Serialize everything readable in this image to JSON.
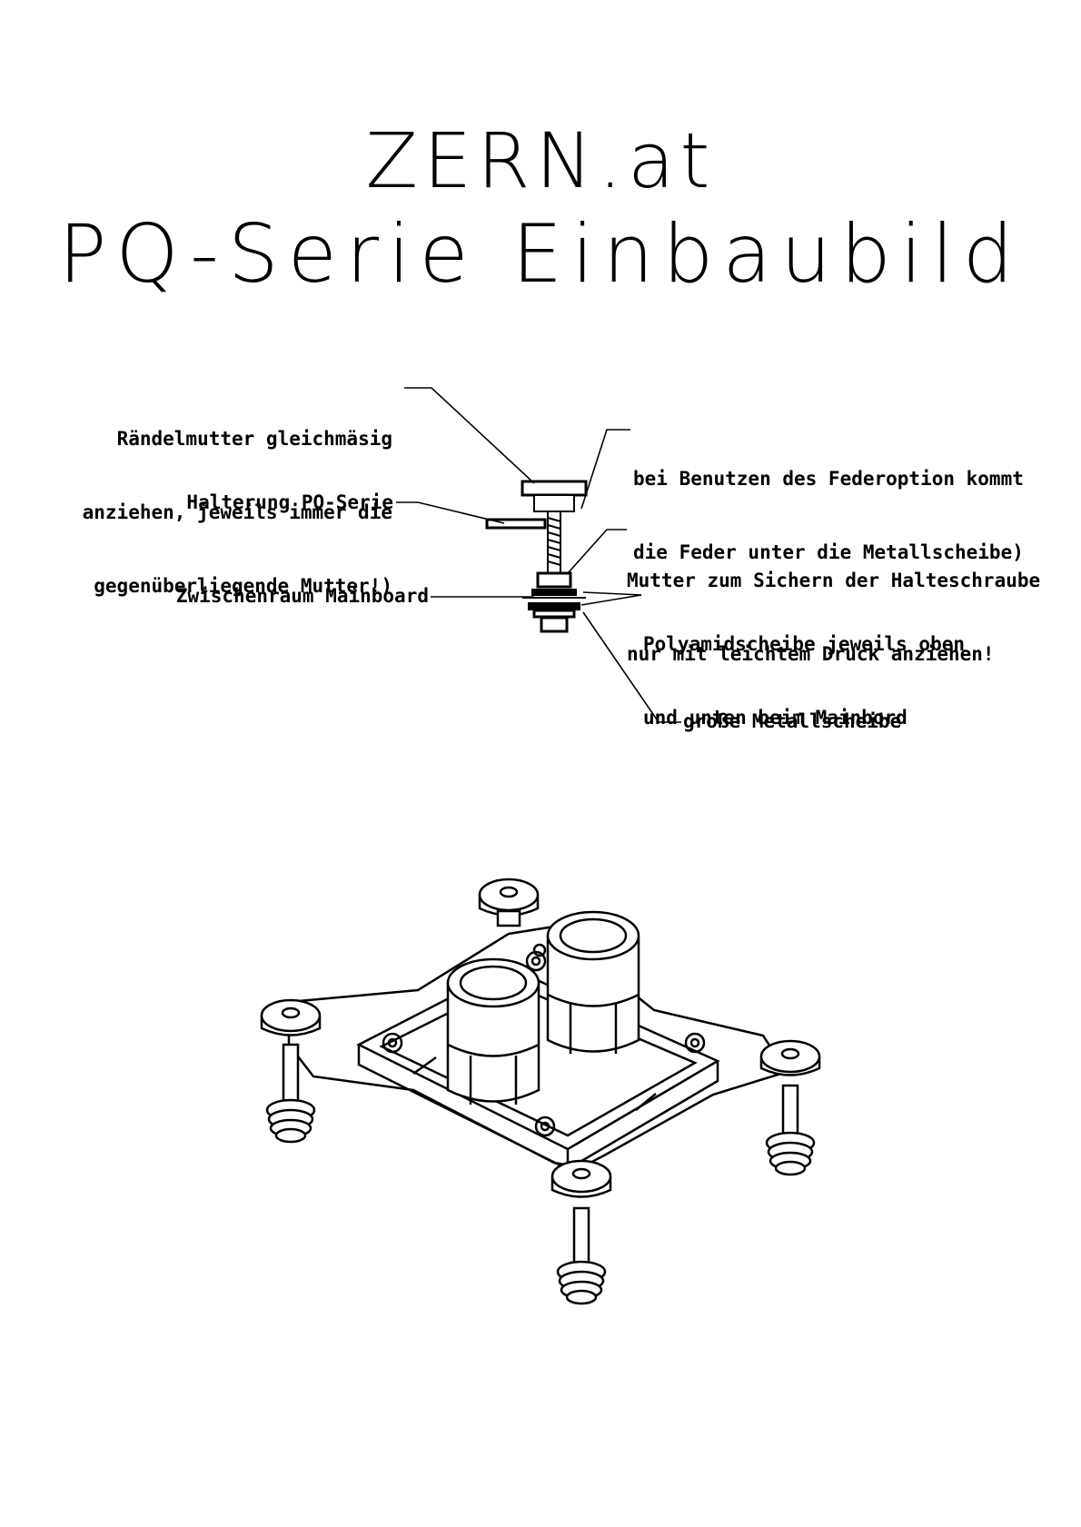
{
  "title": {
    "line1": "ZERN.at",
    "line2": "PQ-Serie   Einbaubild"
  },
  "labels": {
    "randelmutter": [
      "Rändelmutter gleichmäsig",
      "anziehen, jeweils immer die",
      "gegenüberliegende Mutter!)"
    ],
    "halterung": "Halterung PQ-Serie",
    "zwischenraum": "Zwischenraum Mainboard",
    "feder": [
      "bei Benutzen des Federoption kommt",
      "die Feder unter die Metallscheibe)"
    ],
    "mutter_sichern": [
      "Mutter zum Sichern der Halteschraube",
      "nur mit leichtem Druck anziehen!"
    ],
    "polyamid": [
      "Polyamidscheibe jeweils oben",
      "und unten beim Mainbord"
    ],
    "metallscheibe": "große Metallscheibe"
  }
}
